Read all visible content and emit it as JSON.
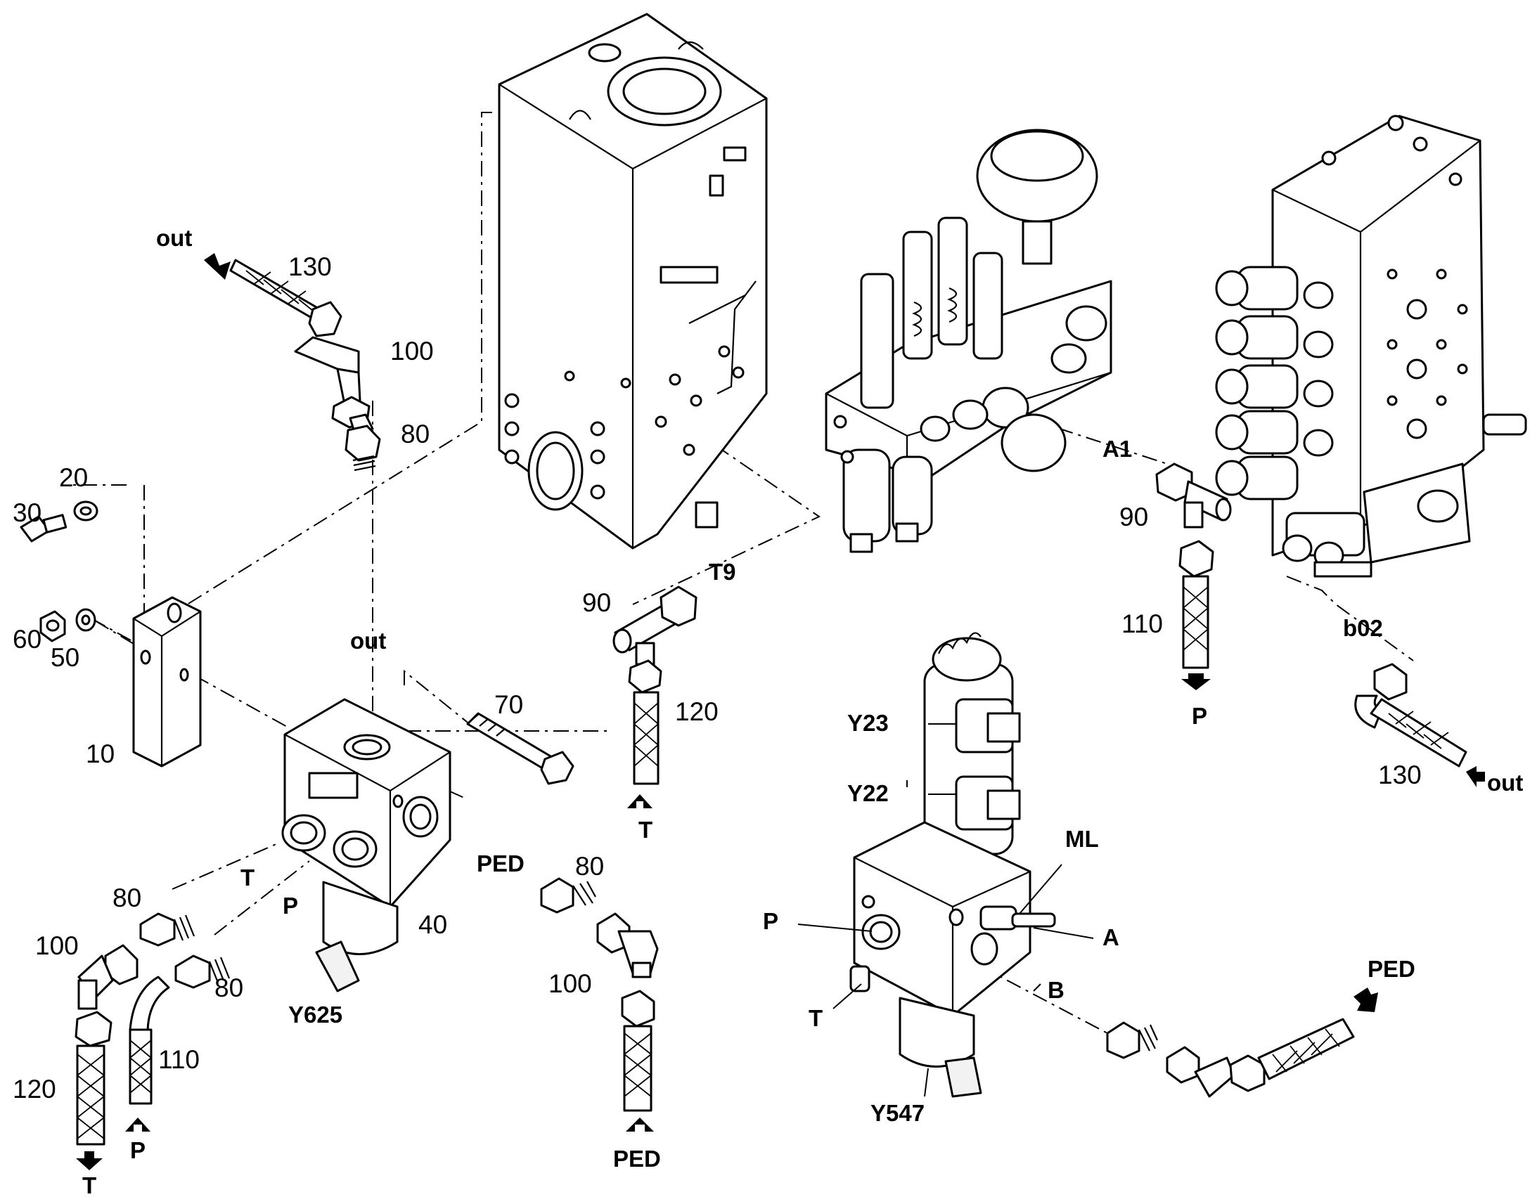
{
  "labels": {
    "n130_top": "130",
    "out_top": "out",
    "n100_top": "100",
    "n80_top": "80",
    "n20": "20",
    "n30": "30",
    "n60": "60",
    "n50": "50",
    "n10": "10",
    "out_mid": "out",
    "n70": "70",
    "T_left": "T",
    "P_left": "P",
    "n80_l1": "80",
    "n100_l": "100",
    "n80_l2": "80",
    "n40": "40",
    "Y625": "Y625",
    "n120_l": "120",
    "n110_l": "110",
    "P_bot": "P",
    "T_bot": "T",
    "PED_mid": "PED",
    "n80_r": "80",
    "n100_r": "100",
    "PED_bot": "PED",
    "T9": "T9",
    "n90_mid": "90",
    "n120_mid": "120",
    "T_mid": "T",
    "A1": "A1",
    "n90_r": "90",
    "n110_r": "110",
    "P_r": "P",
    "b02": "b02",
    "n130_r": "130",
    "out_r": "out",
    "Y23": "Y23",
    "Y22": "Y22",
    "ML": "ML",
    "P_v": "P",
    "A_v": "A",
    "T_v": "T",
    "B_v": "B",
    "Y547": "Y547",
    "PED_r": "PED"
  }
}
